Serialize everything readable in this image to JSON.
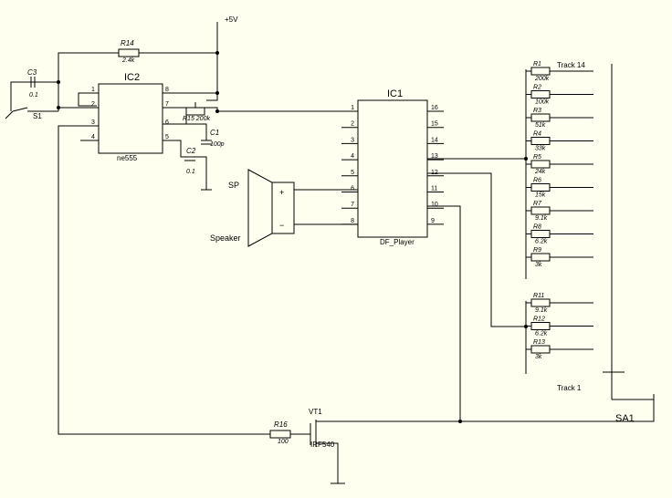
{
  "colors": {
    "background": "#FFFFF0",
    "ink": "#000000"
  },
  "supply": "+5V",
  "ic1": {
    "name": "IC1",
    "part": "DF_Player",
    "left_pins": [
      "1",
      "2",
      "3",
      "4",
      "5",
      "6",
      "7",
      "8"
    ],
    "right_pins": [
      "16",
      "15",
      "14",
      "13",
      "12",
      "11",
      "10",
      "9"
    ]
  },
  "ic2": {
    "name": "IC2",
    "part": "ne555",
    "left_pins": [
      "1",
      "2",
      "3",
      "4"
    ],
    "right_pins": [
      "8",
      "7",
      "6",
      "5"
    ]
  },
  "r14": {
    "name": "R14",
    "value": "2.4k"
  },
  "r15": {
    "label": "R15 200k"
  },
  "c3": {
    "name": "C3",
    "value": "0.1"
  },
  "s1": {
    "name": "S1"
  },
  "c1": {
    "name": "C1",
    "value": "100p"
  },
  "c2": {
    "name": "C2",
    "value": "0.1"
  },
  "speaker": {
    "ref": "SP",
    "name": "Speaker",
    "plus": "+",
    "minus": "−"
  },
  "r16": {
    "name": "R16",
    "value": "100"
  },
  "vt1": {
    "name": "VT1",
    "part": "IRF540"
  },
  "sa1": {
    "name": "SA1"
  },
  "track_top": "Track 14",
  "track_bottom": "Track 1",
  "ladder_a": [
    {
      "name": "R1",
      "value": "200k"
    },
    {
      "name": "R2",
      "value": "100k"
    },
    {
      "name": "R3",
      "value": "51k"
    },
    {
      "name": "R4",
      "value": "33k"
    },
    {
      "name": "R5",
      "value": "24k"
    },
    {
      "name": "R6",
      "value": "15k"
    },
    {
      "name": "R7",
      "value": "9.1k"
    },
    {
      "name": "R8",
      "value": "6.2k"
    },
    {
      "name": "R9",
      "value": "3k"
    }
  ],
  "ladder_b": [
    {
      "name": "R11",
      "value": "9.1k"
    },
    {
      "name": "R12",
      "value": "6.2k"
    },
    {
      "name": "R13",
      "value": "3k"
    }
  ]
}
